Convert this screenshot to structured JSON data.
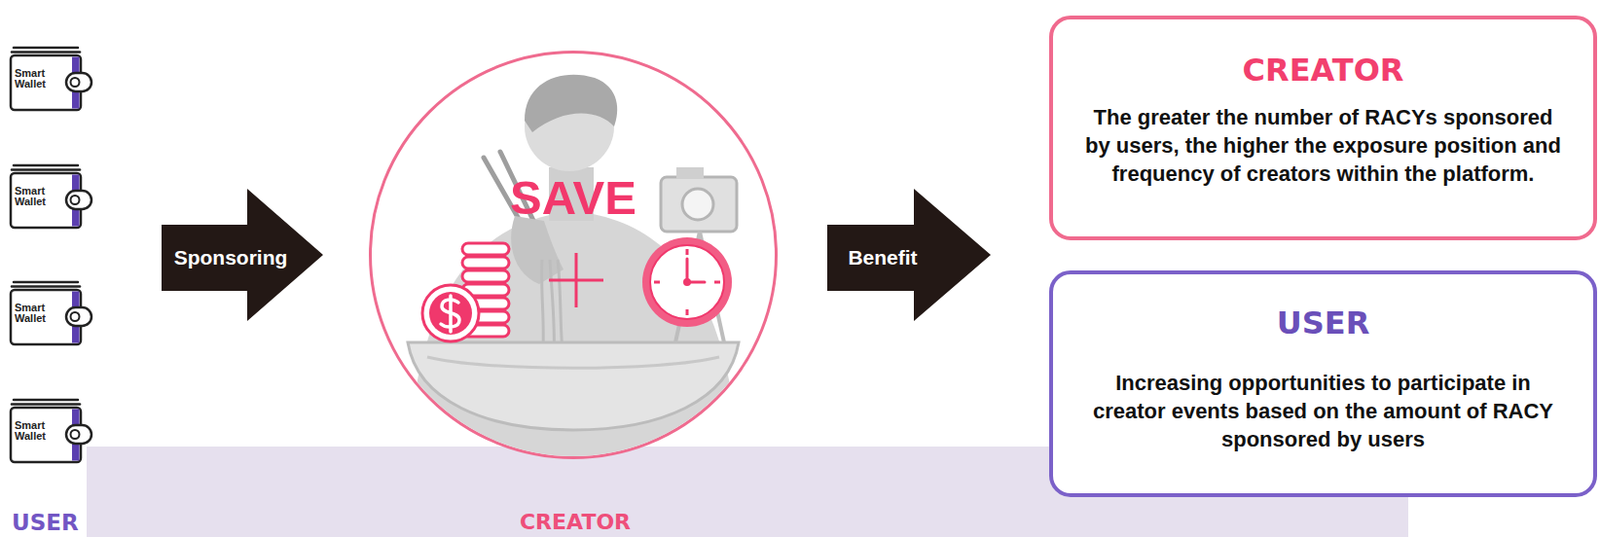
{
  "diagram": {
    "nodes": [
      {
        "text": [
          "Smart Wallet"
        ]
      },
      {
        "text": [
          "Smart Wallet"
        ]
      },
      {
        "text": [
          "Smart Wallet"
        ]
      },
      {
        "text": [
          "Smart Wallet"
        ]
      },
      {
        "text": [
          "Sponsoring"
        ]
      },
      {
        "text": [
          "SAVE"
        ]
      },
      {
        "text": [
          "Benefit"
        ]
      },
      {
        "text": [
          "CREATOR",
          "The greater the number of RACYs sponsored by users, the higher the exposure position and frequency of creators within the platform."
        ]
      },
      {
        "text": [
          "USER",
          "Increasing opportunities to participate in creator events based on the amount of RACY sponsored by users"
        ]
      },
      {
        "text": [
          "CREATOR"
        ]
      }
    ],
    "labels": [
      "USER"
    ]
  }
}
